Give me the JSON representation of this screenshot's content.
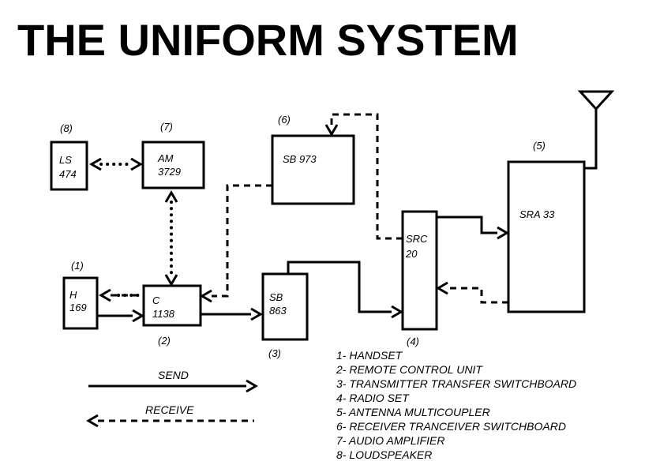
{
  "title": "THE UNIFORM SYSTEM",
  "units": {
    "ls": {
      "number": "(8)",
      "line1": "LS",
      "line2": "474"
    },
    "am": {
      "number": "(7)",
      "line1": "AM",
      "line2": "3729"
    },
    "sb973": {
      "number": "(6)",
      "line1": "SB 973"
    },
    "h": {
      "number": "(1)",
      "line1": "H",
      "line2": "169"
    },
    "c": {
      "number": "(2)",
      "line1": "C",
      "line2": "1138"
    },
    "sb863": {
      "number": "(3)",
      "line1": "SB",
      "line2": "863"
    },
    "src": {
      "number": "(4)",
      "line1": "SRC",
      "line2": "20"
    },
    "sra": {
      "number": "(5)",
      "line1": "SRA 33"
    }
  },
  "legend": {
    "send": "SEND",
    "receive": "RECEIVE",
    "items": [
      "1- HANDSET",
      "2- REMOTE CONTROL UNIT",
      "3- TRANSMITTER TRANSFER SWITCHBOARD",
      "4- RADIO SET",
      "5- ANTENNA MULTICOUPLER",
      "6- RECEIVER TRANCEIVER SWITCHBOARD",
      "7- AUDIO AMPLIFIER",
      "8- LOUDSPEAKER"
    ]
  }
}
